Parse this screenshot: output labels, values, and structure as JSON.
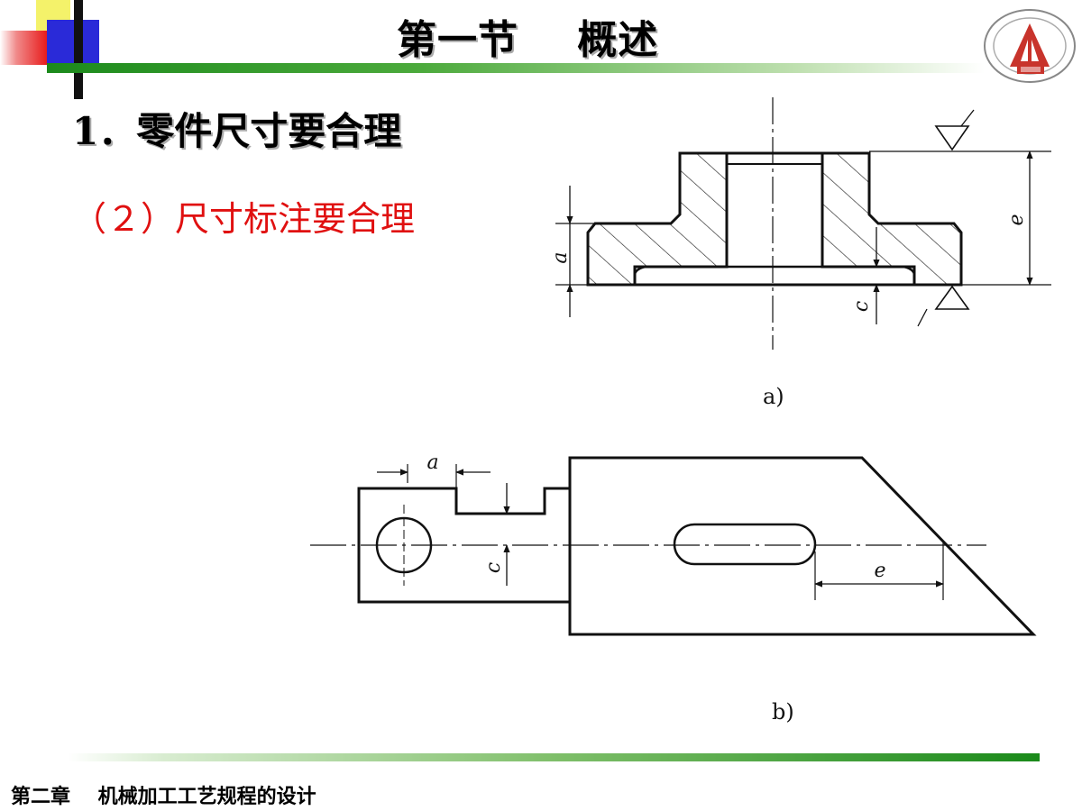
{
  "header": {
    "title": "第一节    概述"
  },
  "section": {
    "heading": "1．零件尺寸要合理",
    "subheading": "（２）尺寸标注要合理"
  },
  "figure_a": {
    "caption": "a)",
    "dim_a": "a",
    "dim_c": "c",
    "dim_e": "e"
  },
  "figure_b": {
    "caption": "b)",
    "dim_a": "a",
    "dim_c": "c",
    "dim_e": "e"
  },
  "footer": {
    "chapter": "第二章    机械加工工艺规程的设计"
  },
  "colors": {
    "accent_green": "#1a8a1a",
    "subheading_red": "#e01010",
    "logo_red": "#c8342c"
  }
}
